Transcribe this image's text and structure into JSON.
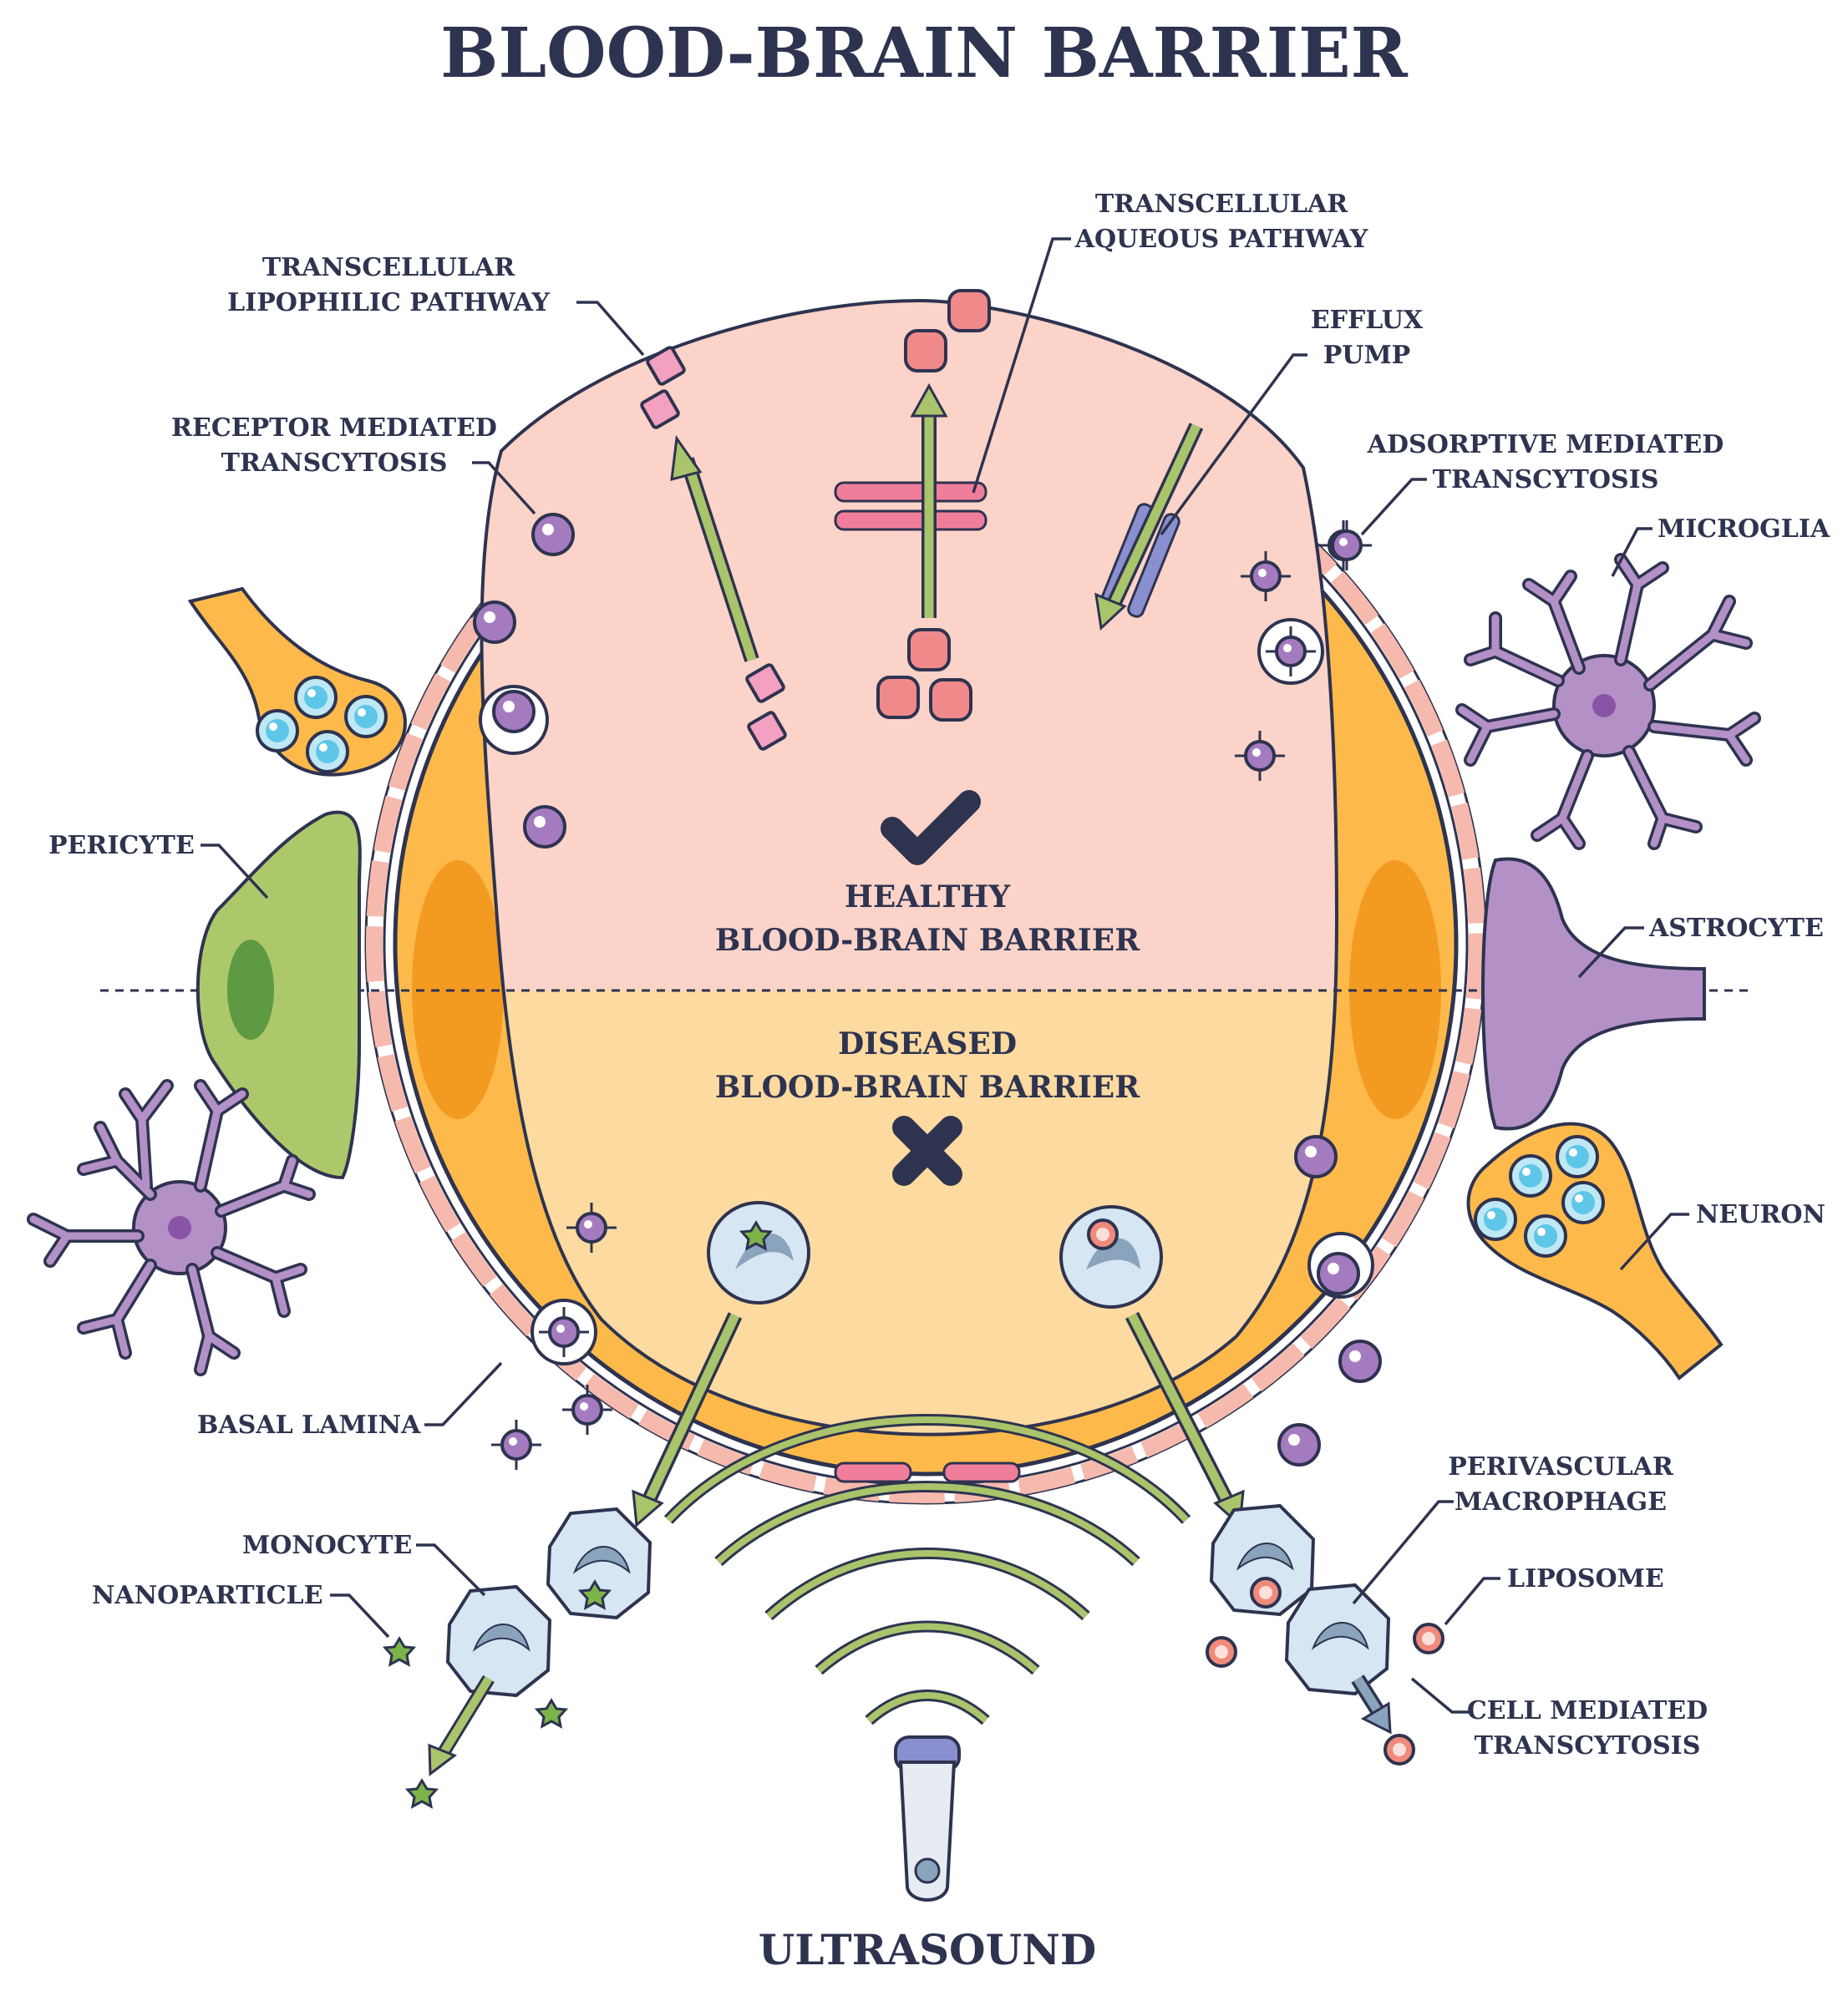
{
  "title": "BLOOD-BRAIN BARRIER",
  "center": {
    "healthy": [
      "HEALTHY",
      "BLOOD-BRAIN BARRIER"
    ],
    "diseased": [
      "DISEASED",
      "BLOOD-BRAIN BARRIER"
    ]
  },
  "labels": {
    "lipophilic": [
      "TRANSCELLULAR",
      "LIPOPHILIC PATHWAY"
    ],
    "aqueous": [
      "TRANSCELLULAR",
      "AQUEOUS PATHWAY"
    ],
    "efflux": [
      "EFFLUX",
      "PUMP"
    ],
    "receptor": [
      "RECEPTOR MEDIATED",
      "TRANSCYTOSIS"
    ],
    "adsorptive": [
      "ADSORPTIVE MEDIATED",
      "TRANSCYTOSIS"
    ],
    "microglia": "MICROGLIA",
    "pericyte": "PERICYTE",
    "astrocyte": "ASTROCYTE",
    "neuron": "NEURON",
    "basal_lamina": "BASAL LAMINA",
    "perivascular": [
      "PERIVASCULAR",
      "MACROPHAGE"
    ],
    "monocyte": "MONOCYTE",
    "liposome": "LIPOSOME",
    "nanoparticle": "NANOPARTICLE",
    "cell_mediated": [
      "CELL MEDIATED",
      "TRANSCYTOSIS"
    ],
    "ultrasound": "ULTRASOUND"
  },
  "icons": {
    "healthy_marker": "checkmark-icon",
    "diseased_marker": "cross-icon"
  },
  "colors": {
    "outline": "#2e3350",
    "lumen_healthy": "#fbd3c8",
    "lumen_diseased": "#fddaa0",
    "endothelium": "#fdba4a",
    "nucleus": "#f39a20",
    "lamina": "#f6b9ad",
    "pericyte": "#adc86a",
    "astrocyte": "#b391c6",
    "arrow": "#a9c46a",
    "pathway_pink": "#f07e9a",
    "vesicle": "#a57bc0"
  }
}
